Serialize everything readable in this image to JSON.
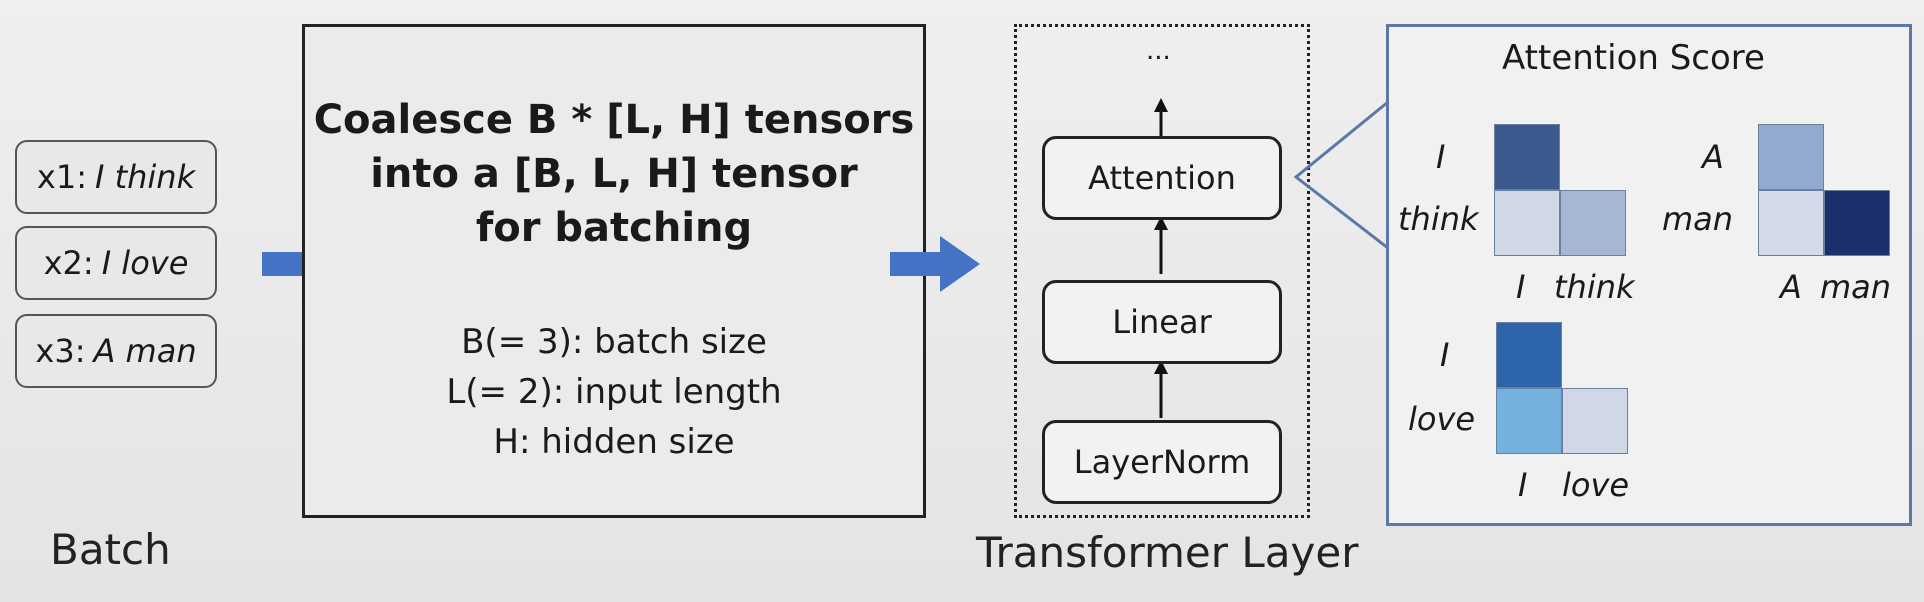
{
  "batch": {
    "items": [
      {
        "id": "x1:",
        "text": "I think"
      },
      {
        "id": "x2:",
        "text": "I love"
      },
      {
        "id": "x3:",
        "text": "A man"
      }
    ],
    "label": "Batch"
  },
  "coalesce": {
    "title_lines": [
      "Coalesce B * [L, H] tensors",
      "into a [B, L, H] tensor",
      "for batching"
    ],
    "desc_lines": [
      "B(= 3): batch size",
      "L(= 2): input length",
      "H: hidden size"
    ]
  },
  "transformer": {
    "ellipsis": "...",
    "modules": [
      "Attention",
      "Linear",
      "LayerNorm"
    ],
    "label": "Transformer Layer"
  },
  "attention_score": {
    "title": "Attention Score",
    "matrices": [
      {
        "rows": [
          "I",
          "think"
        ],
        "cols": [
          "I",
          "think"
        ],
        "colors": [
          "#3d5a8e",
          "#d2d9e6",
          "#a7b6d3"
        ]
      },
      {
        "rows": [
          "A",
          "man"
        ],
        "cols": [
          "A",
          "man"
        ],
        "colors": [
          "#94a9cf",
          "#d4dbe8",
          "#1b2f6b"
        ]
      },
      {
        "rows": [
          "I",
          "love"
        ],
        "cols": [
          "I",
          "love"
        ],
        "colors": [
          "#2d64aa",
          "#74b1dd",
          "#d0d7e6"
        ]
      }
    ]
  }
}
